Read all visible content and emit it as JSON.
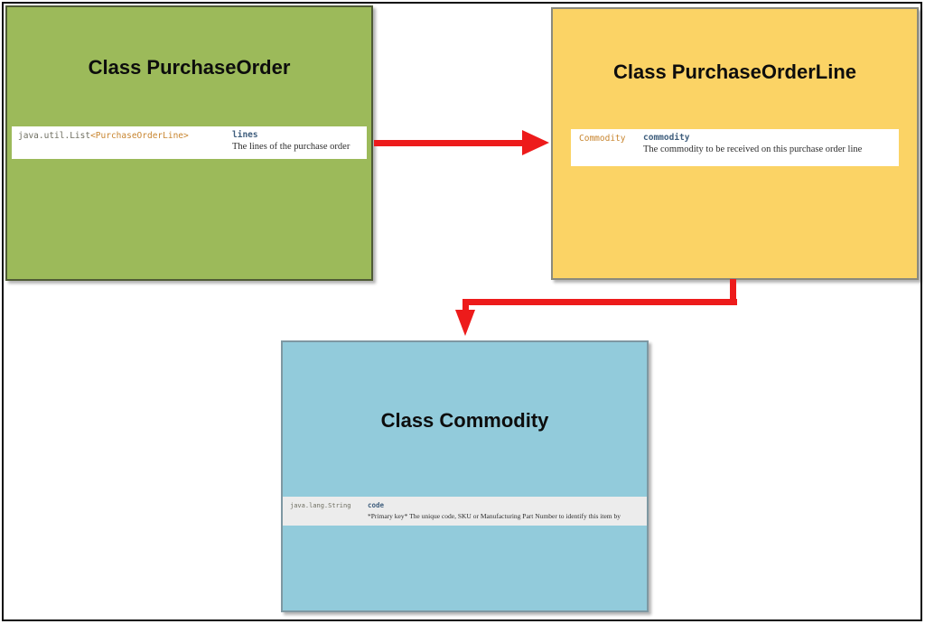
{
  "colors": {
    "frame": "#0b0b0b",
    "arrow-red": "#ed1b1b",
    "green-fill": "#9cba5a",
    "green-border": "#4f5b35",
    "yellow-fill": "#fbd365",
    "yellow-border": "#8a8a7d",
    "blue-fill": "#92cbdb",
    "blue-border": "#7e98a2",
    "row-white": "#ffffff",
    "row-gray": "#ececec",
    "type-jdk": "#6e6e60",
    "type-class": "#c8852f",
    "field-name": "#3f5e7d",
    "field-desc": "#2e2e2e",
    "title": "#0d0d0d"
  },
  "classes": [
    {
      "title": "Class PurchaseOrder",
      "field": {
        "type_base": "java.util.List",
        "type_generic": "<PurchaseOrderLine>",
        "name": "lines",
        "description": "The lines of the purchase order"
      }
    },
    {
      "title": "Class PurchaseOrderLine",
      "field": {
        "type_class": "Commodity",
        "name": "commodity",
        "description": "The commodity to be received on this purchase order line"
      }
    },
    {
      "title": "Class Commodity",
      "field": {
        "type_base": "java.lang.String",
        "name": "code",
        "description": "*Primary key* The unique code, SKU or Manufacturing Part Number to identify this item by"
      }
    }
  ],
  "arrows": [
    {
      "from": "PurchaseOrder.lines",
      "to": "PurchaseOrderLine"
    },
    {
      "from": "PurchaseOrderLine.commodity",
      "to": "Commodity"
    }
  ]
}
